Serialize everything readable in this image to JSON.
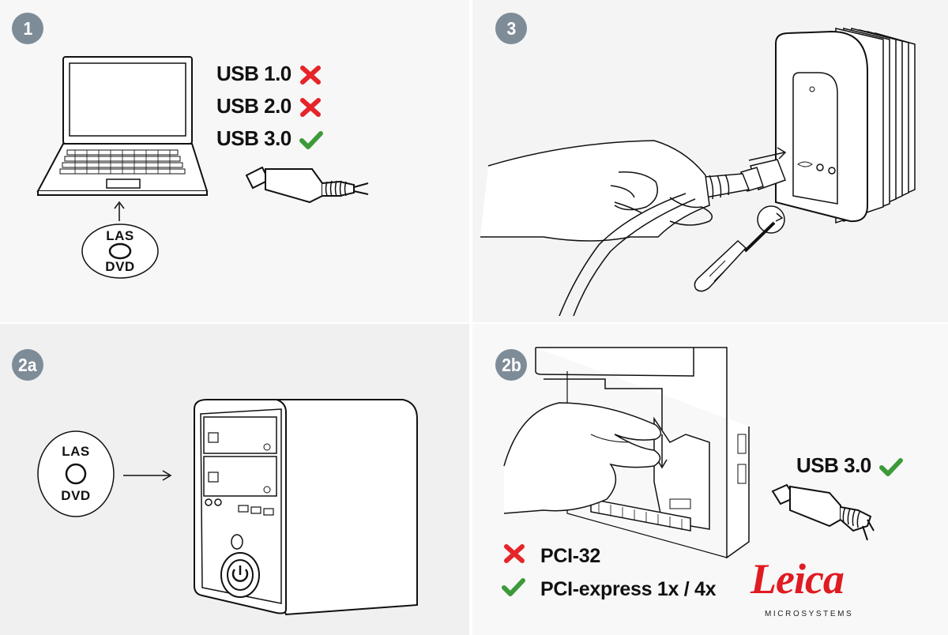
{
  "steps": {
    "step1": {
      "badge": "1"
    },
    "step3": {
      "badge": "3"
    },
    "step2a": {
      "badge": "2a"
    },
    "step2b": {
      "badge": "2b"
    }
  },
  "usb_options": [
    {
      "label": "USB 1.0",
      "status": "not-supported",
      "icon": "cross-icon"
    },
    {
      "label": "USB 2.0",
      "status": "not-supported",
      "icon": "cross-icon"
    },
    {
      "label": "USB 3.0",
      "status": "supported",
      "icon": "check-icon"
    }
  ],
  "usb_panel_2b": {
    "label": "USB 3.0",
    "status": "supported",
    "icon": "check-icon"
  },
  "dvd": {
    "line1": "LAS",
    "line2": "DVD"
  },
  "pci_options": [
    {
      "label": "PCI-32",
      "status": "not-supported",
      "icon": "cross-icon"
    },
    {
      "label": "PCI-express 1x / 4x",
      "status": "supported",
      "icon": "check-icon"
    }
  ],
  "brand": {
    "name": "Leica",
    "sub": "MICROSYSTEMS"
  },
  "colors": {
    "badge": "#7e8c98",
    "cross": "#e5252a",
    "check": "#3d9a3a",
    "brand": "#e01b22"
  }
}
